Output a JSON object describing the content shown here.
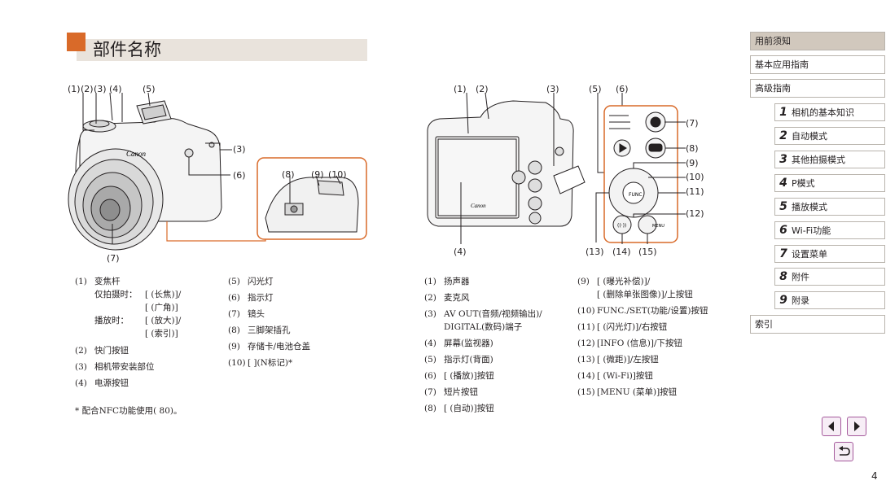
{
  "header": {
    "title": "部件名称"
  },
  "front_callouts": [
    "(1)",
    "(2)",
    "(3)",
    "(4)",
    "(5)",
    "(3)",
    "(6)",
    "(7)",
    "(8)",
    "(9)",
    "(10)"
  ],
  "back_callouts": [
    "(1)",
    "(2)",
    "(3)",
    "(5)",
    "(6)",
    "(7)",
    "(8)",
    "(9)",
    "(10)",
    "(11)",
    "(12)",
    "(4)",
    "(13)",
    "(14)",
    "(15)"
  ],
  "camera_brand": "Canon",
  "front_list_col1": [
    {
      "num": "(1)",
      "text": "变焦杆"
    },
    {
      "num": "",
      "text": "仅拍摄时：",
      "value": "[ (长焦)]/"
    },
    {
      "num": "",
      "text": "",
      "value": "[ (广角)]"
    },
    {
      "num": "",
      "text": "播放时：",
      "value": "[ (放大)]/"
    },
    {
      "num": "",
      "text": "",
      "value": "[ (索引)]"
    },
    {
      "num": "(2)",
      "text": "快门按钮"
    },
    {
      "num": "(3)",
      "text": "相机带安装部位"
    },
    {
      "num": "(4)",
      "text": "电源按钮"
    }
  ],
  "front_list_col2": [
    {
      "num": "(5)",
      "text": "闪光灯"
    },
    {
      "num": "(6)",
      "text": "指示灯"
    },
    {
      "num": "(7)",
      "text": "镜头"
    },
    {
      "num": "(8)",
      "text": "三脚架插孔"
    },
    {
      "num": "(9)",
      "text": "存储卡/电池仓盖"
    },
    {
      "num": "(10)",
      "text": "[ ](N标记)*"
    }
  ],
  "footnote": "* 配合NFC功能使用( 80)。",
  "back_list_col1": [
    {
      "num": "(1)",
      "text": "扬声器"
    },
    {
      "num": "(2)",
      "text": "麦克风"
    },
    {
      "num": "(3)",
      "text": "AV OUT(音频/视频输出)/"
    },
    {
      "num": "",
      "text": "DIGITAL(数码)端子"
    },
    {
      "num": "(4)",
      "text": "屏幕(监视器)"
    },
    {
      "num": "(5)",
      "text": "指示灯(背面)"
    },
    {
      "num": "(6)",
      "text": "[ (播放)]按钮"
    },
    {
      "num": "(7)",
      "text": "短片按钮"
    },
    {
      "num": "(8)",
      "text": "[ (自动)]按钮"
    }
  ],
  "back_list_col2": [
    {
      "num": "(9)",
      "text": "[ (曝光补偿)]/"
    },
    {
      "num": "",
      "text": "[ (删除单张图像)]/上按钮"
    },
    {
      "num": "(10)",
      "text": "FUNC./SET(功能/设置)按钮"
    },
    {
      "num": "(11)",
      "text": "[ (闪光灯)]/右按钮"
    },
    {
      "num": "(12)",
      "text": "[INFO (信息)]/下按钮"
    },
    {
      "num": "(13)",
      "text": "[ (微距)]/左按钮"
    },
    {
      "num": "(14)",
      "text": "[ (Wi-Fi)]按钮"
    },
    {
      "num": "(15)",
      "text": "[MENU (菜单)]按钮"
    }
  ],
  "nav": {
    "top_items": [
      "用前须知",
      "基本应用指南",
      "高级指南"
    ],
    "sub_items": [
      {
        "n": "1",
        "label": "相机的基本知识"
      },
      {
        "n": "2",
        "label": "自动模式"
      },
      {
        "n": "3",
        "label": "其他拍摄模式"
      },
      {
        "n": "4",
        "label": "P模式"
      },
      {
        "n": "5",
        "label": "播放模式"
      },
      {
        "n": "6",
        "label": "Wi-Fi功能"
      },
      {
        "n": "7",
        "label": "设置菜单"
      },
      {
        "n": "8",
        "label": "附件"
      },
      {
        "n": "9",
        "label": "附录"
      }
    ],
    "index_label": "索引"
  },
  "page_number": "4",
  "colors": {
    "accent": "#d96a29",
    "title_bar": "#e9e3dc",
    "nav_active": "#d1c8bd",
    "nav_button": "#a55a9c"
  }
}
